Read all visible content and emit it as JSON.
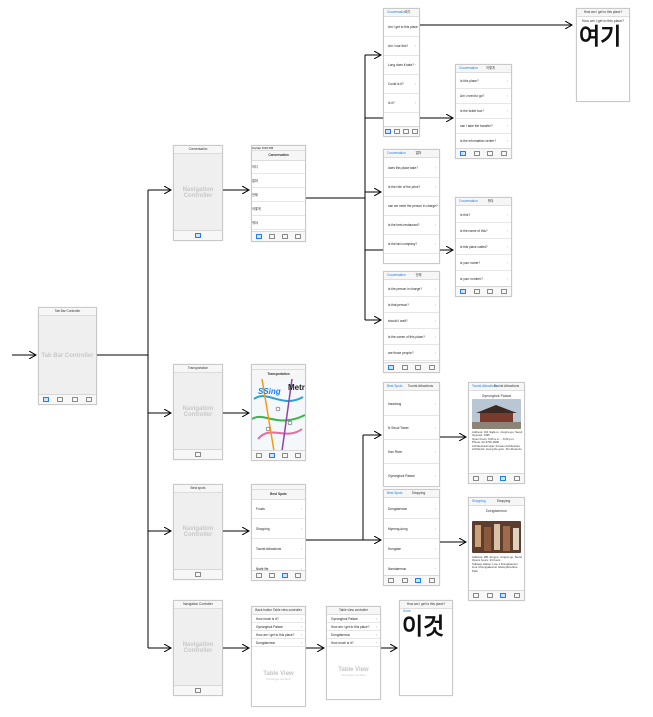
{
  "colors": {
    "ios_blue": "#1a7ff0",
    "placeholder_gray": "#c8c8c8",
    "line": "#000000"
  },
  "tab_bar_controller": {
    "title": "Tab Bar Controller",
    "header": "Tab Bar Controller"
  },
  "navigation_controllers": [
    {
      "header": "Conversation",
      "label": "Navigation Controller"
    },
    {
      "header": "Transportation",
      "label": "Navigation Controller"
    },
    {
      "header": "Best spots",
      "label": "Navigation Controller"
    },
    {
      "header": "Navigation Controller",
      "label": "Navigation Controller"
    }
  ],
  "conversation": {
    "title": "Conversation",
    "status": "Carrier   9:00 PM",
    "items": [
      "어디",
      "얼마",
      "언제",
      "어떻게",
      "뭐야"
    ]
  },
  "conversation_here": {
    "back": "Conversation",
    "title": "여기",
    "items": [
      "Am I get to this place ?",
      "Am I use this?",
      "Long does it take?",
      "Could is it?",
      "Is it?"
    ]
  },
  "conversation_how": {
    "back": "Conversation",
    "title": "어떻게",
    "items": [
      "Is this place?",
      "Am I need to go?",
      "Is the ticket box?",
      "can I take the transfer?",
      "Is the information center?"
    ]
  },
  "conversation_how_much": {
    "back": "Conversation",
    "title": "얼마",
    "items": [
      "does this place take?",
      "is the ride of the price?",
      "can we meet the person in charge?",
      "is the best restaurant?",
      "is the taxi company?"
    ]
  },
  "conversation_what": {
    "back": "Conversation",
    "title": "뭐야",
    "items": [
      "Is this?",
      "is the name of this?",
      "is this place called?",
      "is your name?",
      "is your number?"
    ]
  },
  "conversation_when": {
    "back": "Conversation",
    "title": "언제",
    "items": [
      "is the person in charge?",
      "is that person?",
      "should I wait?",
      "is the owner of this place?",
      "are those people?"
    ]
  },
  "detail_here": {
    "header": "How am I get to this place?",
    "question": "How am I get to this place?",
    "big": "여기"
  },
  "transportation": {
    "title": "Transportation",
    "logo": "SSing",
    "metro": "Metr"
  },
  "best_spots": {
    "title": "Best Spots",
    "items": [
      "Foods",
      "Shopping",
      "Tourist Attractions",
      "Night life"
    ]
  },
  "tourist_attractions": {
    "back": "Best Spots",
    "title": "Tourist Attractions",
    "items": [
      "Insadong",
      "N Seoul Tower",
      "Han River",
      "Gyeongbok Palace"
    ]
  },
  "gyeongbok_detail": {
    "back": "Tourist Attractions",
    "title": "Tourist Attractions",
    "heading": "Gyeongbok Palace",
    "lines": [
      "Address: 161 Sajik-ro, Jongno-gu, Seoul",
      "Opened: 1395",
      "Open hours: 9:00 a.m. – 6:00 p.m.",
      "Phone: 02-3700-3900",
      "Architectural style: Korean architecture",
      "Architects: Jeong Do-jeon, Sim Deok-bu"
    ]
  },
  "shopping": {
    "back": "Best Spots",
    "title": "Shopping",
    "items": [
      "Dongdaemun",
      "Myeong-dong",
      "Hongdae",
      "Namdaemun"
    ]
  },
  "dongdaemun_detail": {
    "back": "Shopping",
    "title": "Shopping",
    "heading": "Dongdaemun",
    "lines": [
      "Address: 281 Jongno, Jongno-gu, Seoul",
      "Opens hours: 24 hours",
      "Subway station: Line 1 Dongdaemun",
      "Line 4 Dongdaemun History&Culture Park"
    ]
  },
  "search_table": {
    "header": "Back button   Table view controller",
    "items": [
      "How much is it?",
      "Gyeongbok Palace",
      "How am I get to this place?",
      "Dongdaemun"
    ],
    "placeholder_title": "Table View",
    "placeholder_sub": "Prototype Content"
  },
  "search_table_2": {
    "header": "Table view controller",
    "items": [
      "Gyeongbok Palace",
      "How am I get to this place?",
      "Dongdaemun",
      "How much is it?"
    ],
    "placeholder_title": "Table View",
    "placeholder_sub": "Prototype Content"
  },
  "detail_this": {
    "header": "How am I get to this place?",
    "nav": "Done",
    "big": "이것"
  }
}
